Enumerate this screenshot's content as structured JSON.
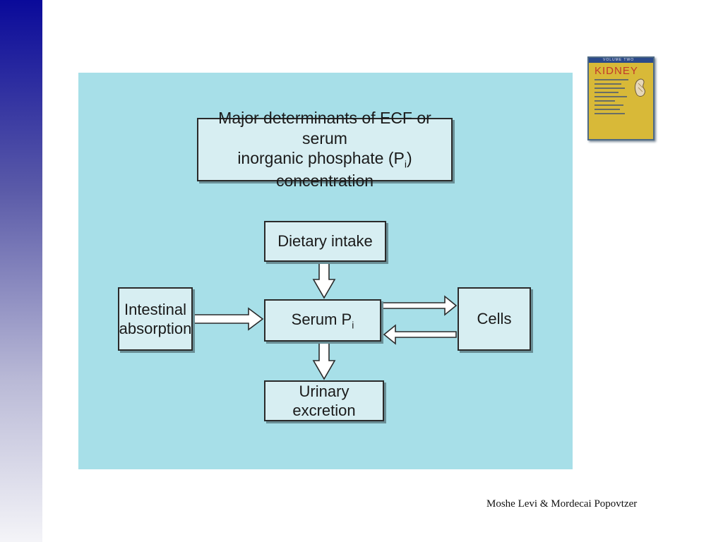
{
  "slide": {
    "author": "Moshe Levi & Mordecai Popovtzer"
  },
  "diagram": {
    "title_line1": "Major determinants of ECF or serum",
    "title_line2_pre": "inorganic phosphate (P",
    "title_line2_sub": "i",
    "title_line2_post": ") concentration",
    "dietary_intake": "Dietary intake",
    "intestinal_line1": "Intestinal",
    "intestinal_line2": "absorption",
    "serum_pre": "Serum P",
    "serum_sub": "i",
    "cells": "Cells",
    "urinary_excretion": "Urinary excretion"
  },
  "thumbnail": {
    "title": "KIDNEY",
    "strip_text": "VOLUME TWO"
  },
  "colors": {
    "figure_background": "#a7dfe8",
    "box_fill": "#d7eef2",
    "sidebar_top": "#0a0a9a",
    "sidebar_bottom": "#f4f4f8"
  }
}
